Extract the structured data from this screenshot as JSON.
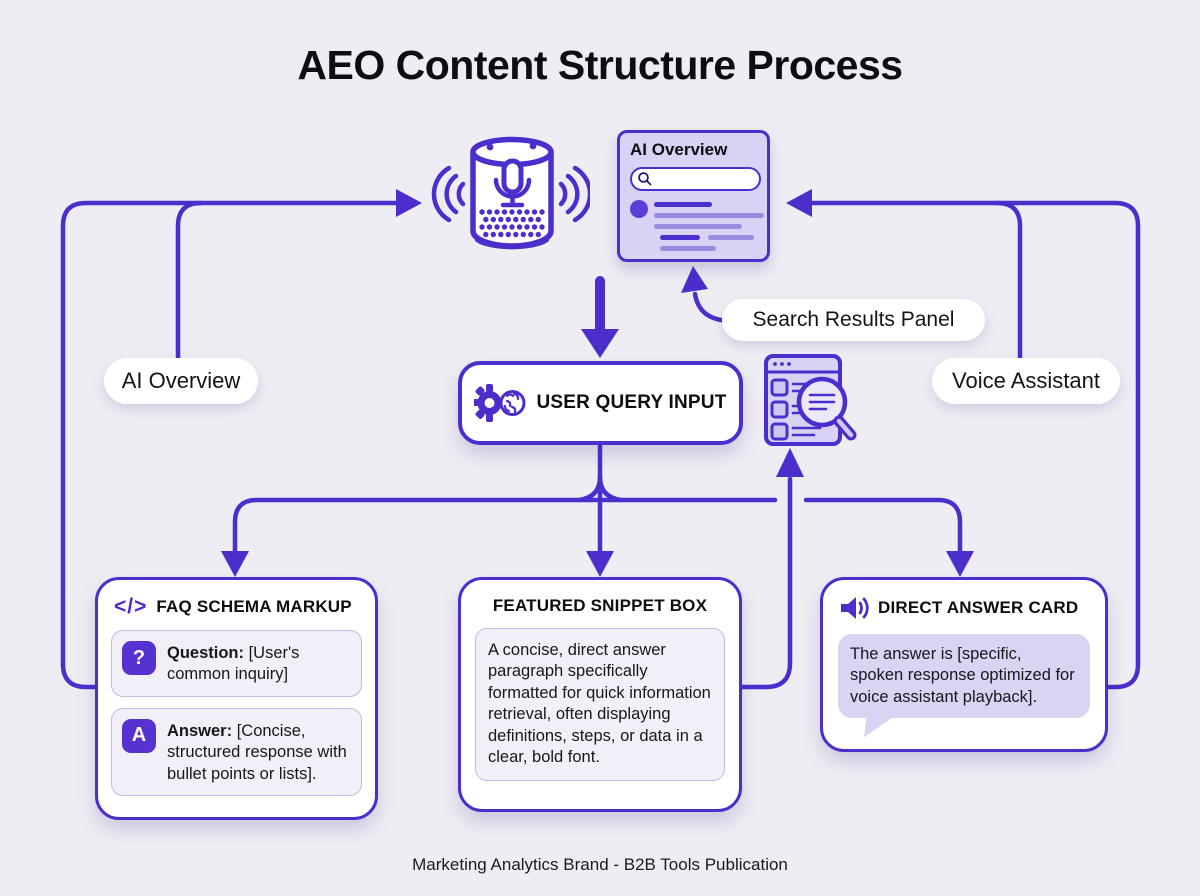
{
  "title": "AEO Content Structure Process",
  "footer": "Marketing Analytics Brand - B2B Tools Publication",
  "colors": {
    "accent": "#4b2ecc",
    "panel_lavender": "#d8d2f4",
    "background": "#eeedf3",
    "subcard_bg": "#f1eff7",
    "subcard_border": "#c3bae6",
    "line_light": "#9a8bdf"
  },
  "ai_overview_panel": {
    "title": "AI Overview"
  },
  "labels": {
    "search_results_panel": "Search Results Panel",
    "ai_overview": "AI Overview",
    "voice_assistant": "Voice Assistant"
  },
  "user_query": {
    "label": "USER QUERY INPUT"
  },
  "faq_box": {
    "title": "FAQ SCHEMA MARKUP",
    "code_icon": "</>",
    "question_icon": "?",
    "question_label": "Question:",
    "question_text": "[User's common inquiry]",
    "answer_icon": "A",
    "answer_label": "Answer:",
    "answer_text": "[Concise, structured response with bullet points or lists]."
  },
  "snippet_box": {
    "title": "FEATURED SNIPPET BOX",
    "body": "A concise, direct answer paragraph specifically formatted for quick information retrieval, often displaying definitions, steps, or data in a clear, bold font."
  },
  "answer_card": {
    "title": "DIRECT ANSWER CARD",
    "body": "The answer is [specific, spoken response optimized for voice assistant playback]."
  }
}
